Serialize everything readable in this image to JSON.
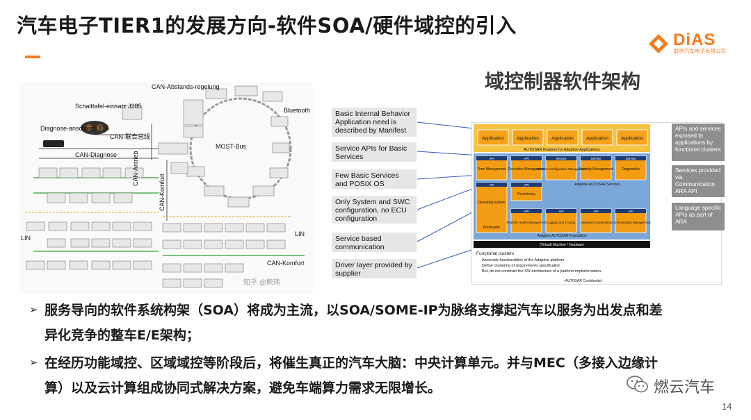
{
  "slide": {
    "title": "汽车电子TIER1的发展方向-软件SOA/硬件域控的引入",
    "page_number": "14"
  },
  "logo": {
    "wordmark": "DiAS",
    "subtitle": "联创汽车电子有限公司",
    "color": "#f47c20"
  },
  "left_diagram": {
    "labels": {
      "can_abstands": "CAN-Abstands-regelung",
      "bluetooth": "Bluetooth",
      "schalttafel": "Schalttafel-einsatz J285",
      "diagnose": "Diagnose-anschluss T16",
      "can_lianhe": "CAN-联合总线",
      "can_diagnose": "CAN-Diagnose",
      "most_bus": "MOST-Bus",
      "can_antrieb": "CAN-Antrieb",
      "can_komfort_v": "CAN-Komfort",
      "lin_left": "LIN",
      "lin_right": "LIN",
      "can_komfort": "CAN-Komfort",
      "watermark": "知乎 @熊玮"
    }
  },
  "right_section": {
    "title": "域控制器软件架构",
    "callouts": [
      "Basic Internal Behavior Application need is described by Manifest",
      "Service APIs for Basic Services",
      "Few Basic Services and POSIX OS",
      "Only System and SWC configuration, no ECU configuration",
      "Service based communication",
      "Driver layer provided by supplier"
    ],
    "side_notes": [
      "APIs and services exposed to applications by functional clusters",
      "Services provided via Communication ARA API",
      "Language specific APIs as part of ARA"
    ],
    "arch": {
      "applications": [
        "Application",
        "Application",
        "Application",
        "Application",
        "Application"
      ],
      "runtime_bar": "AUTOSAR Runtime for Adaptive Applications",
      "blocks_row1": [
        {
          "tag": "API",
          "name": "Time Management"
        },
        {
          "tag": "API",
          "name": "Execution Management"
        },
        {
          "tag": "Service",
          "name": "Software Configuration Management"
        },
        {
          "tag": "Service",
          "name": "Security Management"
        },
        {
          "tag": "Service",
          "name": "Diagnostics"
        }
      ],
      "adaptive_services": "Adaptive AUTOSAR Services",
      "api_tag": "API",
      "os_block": "Operating system",
      "persistency": "Persistency",
      "bootloader": "Bootloader",
      "blocks_row3": [
        {
          "tag": "API",
          "name": "Platform Health Management"
        },
        {
          "tag": "API",
          "name": "Logging and Tracing"
        },
        {
          "tag": "API",
          "name": "Hardware Acceleration"
        },
        {
          "tag": "API",
          "name": "Communication Management"
        }
      ],
      "foundation": "Adaptive AUTOSAR Foundation",
      "hardware": "(Virtual) Machine / Hardware",
      "functional_clusters_title": "Functional clusters",
      "functional_clusters_points": [
        "Assemble functionalities of the Adaptive platform",
        "Define clustering of requirements specification",
        "But, do not constrain the SW architecture of a platform implementation"
      ],
      "confidential": "- AUTOSAR Confidential -"
    }
  },
  "bullets": [
    {
      "line1": "服务导向的软件系统构架（SOA）将成为主流，以SOA/SOME-IP为脉络支撑起汽车以服务为出发点和差",
      "line2": "异化竞争的整车E/E架构；"
    },
    {
      "line1": "在经历功能域控、区域域控等阶段后，将催生真正的汽车大脑：中央计算单元。并与MEC（多接入边缘计",
      "line2": "算）以及云计算组成协同式解决方案，避免车端算力需求无限增长。"
    }
  ],
  "bullet_marker": "➢",
  "wechat": {
    "icon": "wechat-icon",
    "name": "燃云汽车"
  }
}
